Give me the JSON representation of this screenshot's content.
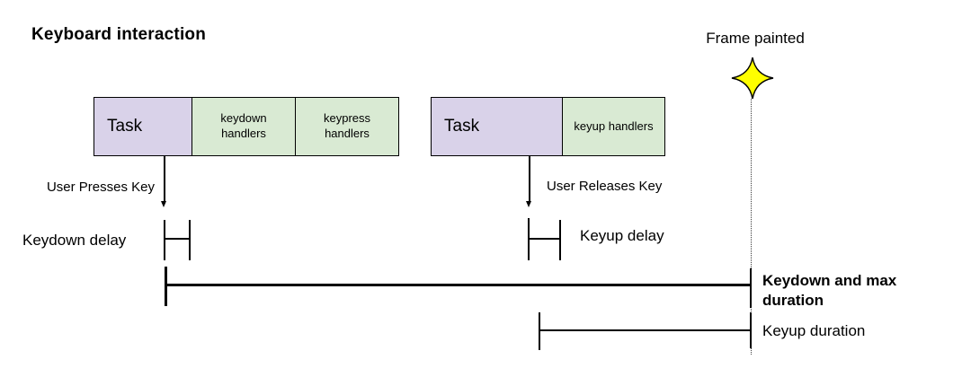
{
  "title": "Keyboard interaction",
  "frame_marker": {
    "label": "Frame painted",
    "icon": "four-point-star"
  },
  "keydown_sequence": {
    "task_label": "Task",
    "handler_blocks": [
      {
        "label": "keydown handlers"
      },
      {
        "label": "keypress handlers"
      }
    ],
    "event_label": "User Presses Key",
    "delay_label": "Keydown delay"
  },
  "keyup_sequence": {
    "task_label": "Task",
    "handler_blocks": [
      {
        "label": "keyup handlers"
      }
    ],
    "event_label": "User Releases Key",
    "delay_label": "Keyup delay"
  },
  "durations": {
    "keydown_max_label": "Keydown and max duration",
    "keyup_label": "Keyup duration"
  },
  "colors": {
    "task_fill": "#d9d2e9",
    "handler_fill": "#d9ead3",
    "star_fill": "#ffff00",
    "star_stroke": "#000000",
    "line_ink": "#000000"
  }
}
